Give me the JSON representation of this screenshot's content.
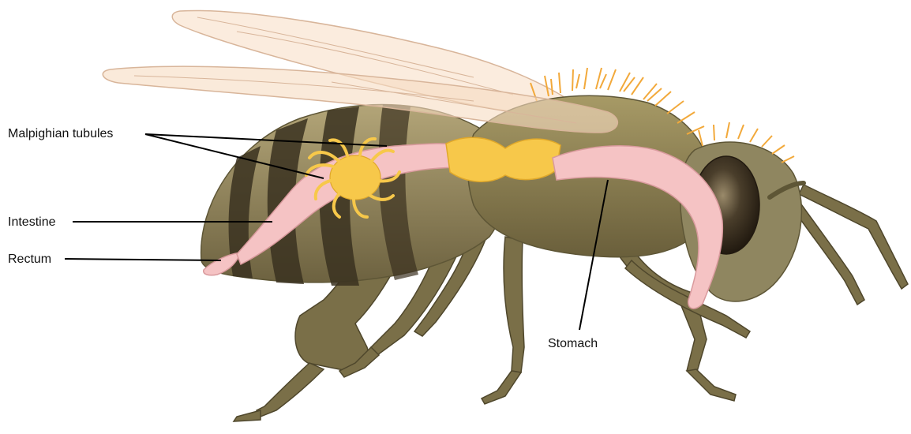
{
  "labels": {
    "malpighian": "Malpighian tubules",
    "intestine": "Intestine",
    "rectum": "Rectum",
    "stomach": "Stomach"
  },
  "colors": {
    "body": "#8f8660",
    "body_dark": "#5e5636",
    "stripe": "#3a3120",
    "gut": "#f5c3c4",
    "gut_edge": "#d99a9d",
    "tubules": "#f7c84a",
    "hair": "#f2a93b",
    "wing": "#f7dcc2",
    "eye": "#3e3425",
    "leader": "#000000"
  }
}
